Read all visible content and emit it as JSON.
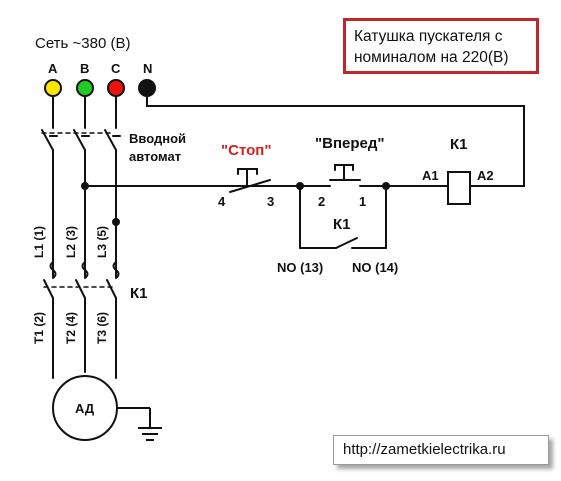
{
  "network_label": "Сеть ~380 (В)",
  "phases": [
    {
      "label": "A",
      "color": "#ffe600"
    },
    {
      "label": "B",
      "color": "#22cc22"
    },
    {
      "label": "C",
      "color": "#ee1111"
    },
    {
      "label": "N",
      "color": "#111111"
    }
  ],
  "breaker_label_line1": "Вводной",
  "breaker_label_line2": "автомат",
  "callout_line1": "Катушка пускателя с",
  "callout_line2": "номиналом на 220(В)",
  "stop_label": "\"Стоп\"",
  "forward_label": "\"Вперед\"",
  "stop_terminals": [
    "4",
    "3"
  ],
  "forward_terminals": [
    "2",
    "1"
  ],
  "aux_contact_label": "К1",
  "no_labels": [
    "NO (13)",
    "NO (14)"
  ],
  "coil_label": "К1",
  "coil_terminals": [
    "A1",
    "A2"
  ],
  "input_terminals": [
    "L1 (1)",
    "L2 (3)",
    "L3 (5)"
  ],
  "output_terminals": [
    "T1 (2)",
    "T2 (4)",
    "T3 (6)"
  ],
  "contactor_label": "К1",
  "motor_label": "АД",
  "url": "http://zametkielectrika.ru",
  "colors": {
    "stop_red": "#d12020",
    "callout_border": "#c0272d"
  }
}
